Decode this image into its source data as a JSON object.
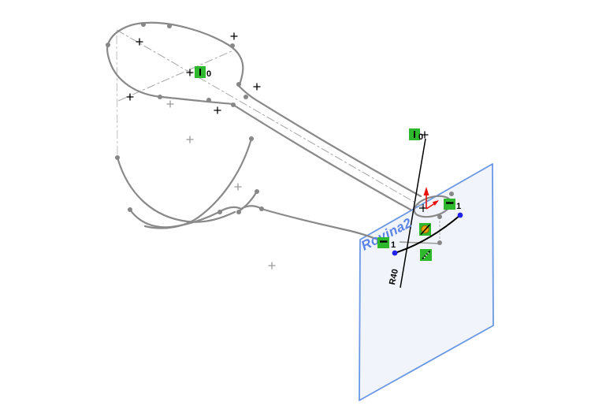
{
  "viewport": {
    "type": "cad-3d-sketch-view",
    "background": "#ffffff"
  },
  "plane": {
    "label": "Rovina2",
    "fill": "#edf2fa",
    "border": "#6a97e4",
    "label_color": "#5b83e8"
  },
  "dimension": {
    "radius_label": "R40"
  },
  "badges": {
    "fill": "#2eb82e",
    "items": [
      {
        "icon": "vertical-constraint-icon",
        "label": "0"
      },
      {
        "icon": "vertical-constraint-icon",
        "label": "0"
      },
      {
        "icon": "horizontal-constraint-icon",
        "label": "1"
      },
      {
        "icon": "horizontal-constraint-icon",
        "label": "1"
      },
      {
        "icon": "tangent-constraint-icon",
        "label": ""
      },
      {
        "icon": "pierce-constraint-icon",
        "label": ""
      }
    ]
  },
  "origin": {
    "axis_color": "#e8100a"
  },
  "colors": {
    "sketch_gray": "#898989",
    "construction_gray": "#adadad",
    "endpoint_blue": "#2222ee",
    "sketch_black": "#000000"
  }
}
